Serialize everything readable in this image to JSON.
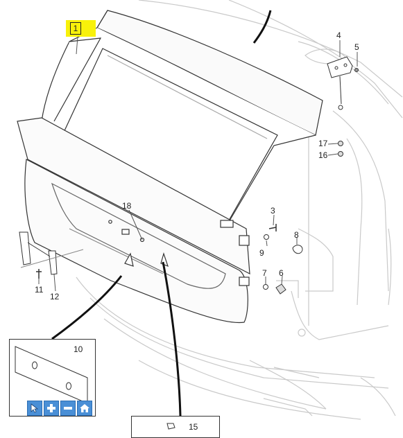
{
  "callouts": {
    "c1": "1",
    "c3": "3",
    "c4": "4",
    "c5": "5",
    "c6": "6",
    "c7": "7",
    "c8": "8",
    "c9": "9",
    "c10": "10",
    "c11": "11",
    "c12": "12",
    "c15": "15",
    "c16": "16",
    "c17": "17",
    "c18": "18"
  },
  "highlight_color": "#f8f10a",
  "toolbar": {
    "buttons": [
      "pointer-icon",
      "zoom-in-icon",
      "zoom-out-icon",
      "home-icon"
    ],
    "color": "#4a8fd6"
  }
}
